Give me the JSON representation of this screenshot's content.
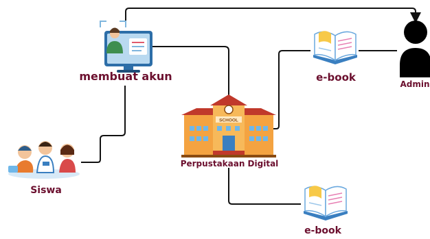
{
  "nodes": {
    "membuat_akun": {
      "label": "membuat akun",
      "icon": "computer-user-icon"
    },
    "ebook_top": {
      "label": "e-book",
      "icon": "open-book-icon"
    },
    "admin": {
      "label": "Admin",
      "icon": "user-silhouette-icon"
    },
    "perpustakaan": {
      "label": "Perpustakaan Digital",
      "icon": "school-building-icon",
      "sign_text": "SCHOOL"
    },
    "siswa": {
      "label": "Siswa",
      "icon": "children-group-icon"
    },
    "ebook_bottom": {
      "label": "e-book",
      "icon": "open-book-icon"
    }
  },
  "connections": [
    {
      "from": "membuat_akun",
      "to": "admin",
      "arrow": true
    },
    {
      "from": "membuat_akun",
      "to": "perpustakaan",
      "arrow": false
    },
    {
      "from": "siswa",
      "to": "membuat_akun",
      "arrow": false
    },
    {
      "from": "perpustakaan",
      "to": "ebook_top",
      "arrow": false
    },
    {
      "from": "ebook_top",
      "to": "admin",
      "arrow": false
    },
    {
      "from": "perpustakaan",
      "to": "ebook_bottom",
      "arrow": false
    }
  ],
  "colors": {
    "label": "#6b0f2e",
    "line": "#111111",
    "building_wall": "#f4a341",
    "building_roof": "#c0392b",
    "book_page": "#ffffff",
    "book_accent": "#f7c948",
    "screen_frame": "#2d6ea8"
  }
}
